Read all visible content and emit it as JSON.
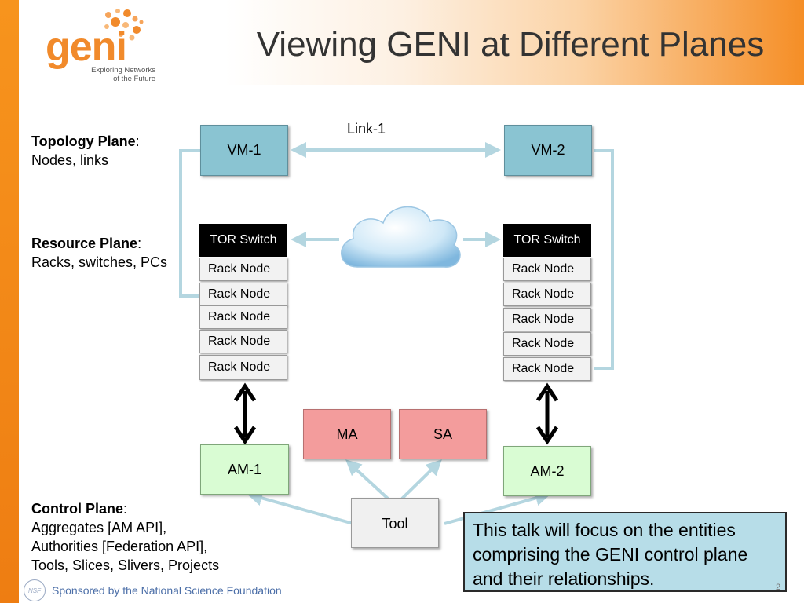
{
  "logo": {
    "word": "geni",
    "subtitle": "Exploring Networks\nof the Future"
  },
  "title": "Viewing GENI at Different Planes",
  "planes": {
    "topology": {
      "heading": "Topology Plane",
      "colon": ":",
      "desc": "Nodes, links"
    },
    "resource": {
      "heading": "Resource Plane",
      "colon": ":",
      "desc": "Racks, switches, PCs"
    },
    "control": {
      "heading": "Control Plane",
      "colon": ":",
      "lines": [
        "Aggregates [AM API],",
        "Authorities [Federation API],",
        "Tools, Slices, Slivers, Projects"
      ]
    }
  },
  "topology": {
    "vm1": "VM-1",
    "vm2": "VM-2",
    "link": "Link-1"
  },
  "racks": {
    "left": {
      "switch": "TOR Switch",
      "nodes": [
        "Rack Node",
        "Rack Node",
        "Rack Node",
        "Rack Node",
        "Rack Node"
      ]
    },
    "right": {
      "switch": "TOR Switch",
      "nodes": [
        "Rack Node",
        "Rack Node",
        "Rack Node",
        "Rack Node",
        "Rack Node"
      ]
    }
  },
  "control": {
    "am1": "AM-1",
    "am2": "AM-2",
    "ma": "MA",
    "sa": "SA",
    "tool": "Tool"
  },
  "callout": "This talk will focus on the entities comprising the GENI control plane and their relationships.",
  "footer": {
    "nsf_badge": "NSF",
    "text": "Sponsored by the National Science Foundation",
    "page": "2"
  },
  "colors": {
    "accent_orange": "#f7941d",
    "vm_fill": "#8ac4d2",
    "am_fill": "#d9fcd3",
    "authority_fill": "#f39c9c",
    "connector": "#b4d6e0",
    "callout_fill": "#b7dde8"
  },
  "icons": {
    "cloud": "cloud-icon",
    "double_arrow": "double-arrow-icon"
  }
}
